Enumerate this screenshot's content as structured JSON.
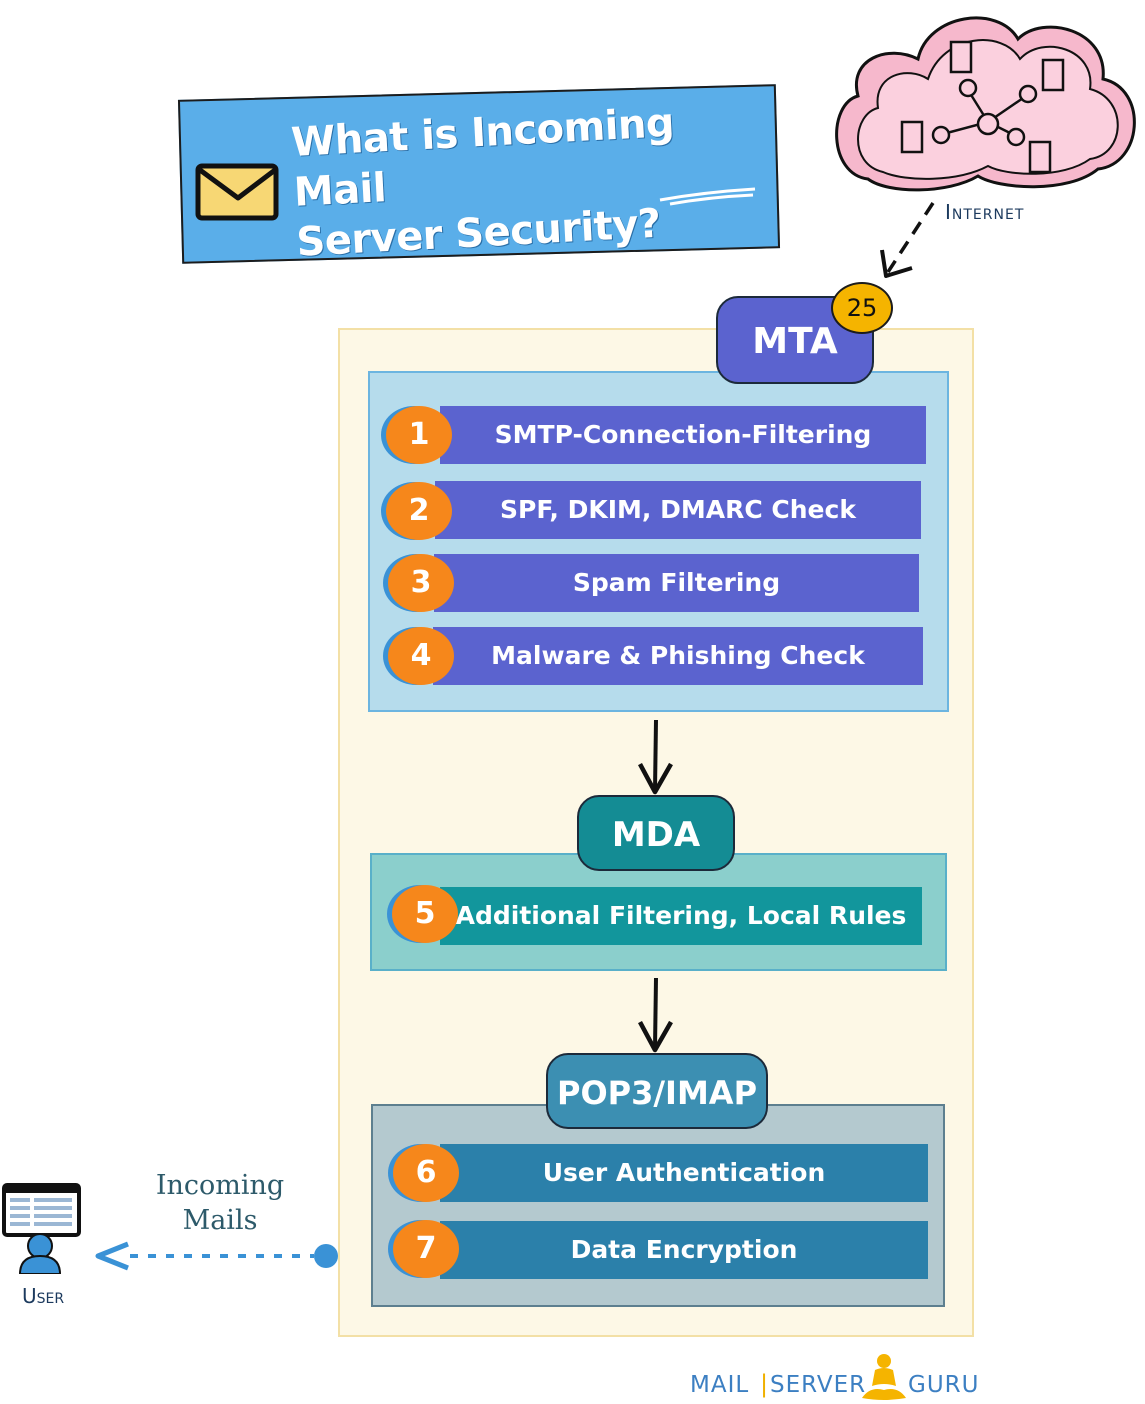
{
  "title": {
    "line1": "What is Incoming Mail",
    "line2": "Server Security?"
  },
  "internet": {
    "label": "Internet"
  },
  "mta": {
    "label": "MTA",
    "port": "25",
    "steps": [
      {
        "number": "1",
        "label": "SMTP-Connection-Filtering"
      },
      {
        "number": "2",
        "label": "SPF, DKIM, DMARC Check"
      },
      {
        "number": "3",
        "label": "Spam Filtering"
      },
      {
        "number": "4",
        "label": "Malware & Phishing Check"
      }
    ]
  },
  "mda": {
    "label": "MDA",
    "steps": [
      {
        "number": "5",
        "label": "Additional Filtering, Local Rules"
      }
    ]
  },
  "pop": {
    "label": "POP3/IMAP",
    "steps": [
      {
        "number": "6",
        "label": "User Authentication"
      },
      {
        "number": "7",
        "label": "Data Encryption"
      }
    ]
  },
  "user": {
    "label": "User",
    "incoming_line1": "Incoming",
    "incoming_line2": "Mails"
  },
  "brand": {
    "mail": "MAIL",
    "sep": "|",
    "server": "SERVER",
    "guru": "GURU"
  },
  "colors": {
    "mta": "#5b63cf",
    "mda": "#148c94",
    "pop": "#3c8fb2",
    "step_number": "#f6871b",
    "title_banner": "#5aaee9",
    "cloud": "#f9c6d8"
  }
}
